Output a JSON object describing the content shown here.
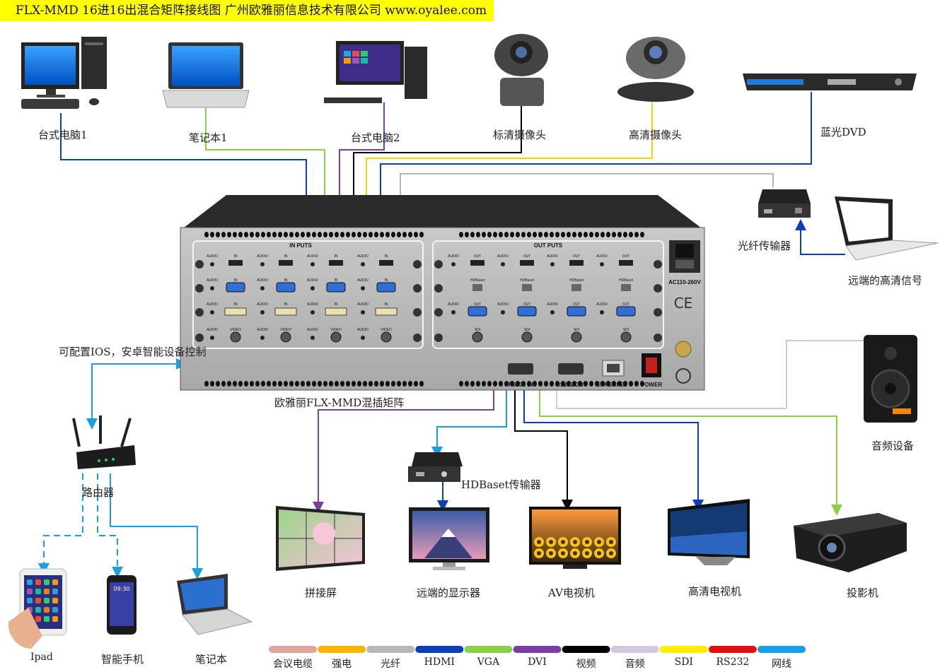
{
  "title": "FLX-MMD 16进16出混合矩阵接线图  广州欧雅丽信息技术有限公司 www.oyalee.com",
  "inputs": {
    "pc1": "台式电脑1",
    "laptop1": "笔记本1",
    "pc2": "台式电脑2",
    "sd_camera": "标清摄像头",
    "hd_camera": "高清摄像头",
    "bluray": "蓝光DVD",
    "fiber_tx": "光纤传输器",
    "remote_hd": "远端的高清信号"
  },
  "matrix": {
    "name": "欧雅丽FLX-MMD混插矩阵",
    "in_puts": "IN PUTS",
    "out_puts": "OUT PUTS",
    "power_rating": "AC110-260V",
    "ports": {
      "audio": "AUDIO",
      "in": "IN",
      "out": "OUT",
      "video": "VIDEO",
      "hdbaset": "HDBaset",
      "sdi": "SDI"
    },
    "rs232_in": "RS232 IN",
    "rs232_out": "RS232 OUT",
    "ethernet": "ETHERNET",
    "power": "POWER"
  },
  "control": {
    "note": "可配置IOS，安卓智能设备控制",
    "router": "路由器",
    "ipad": "Ipad",
    "phone": "智能手机",
    "laptop": "笔记本",
    "phone_time": "09:30"
  },
  "outputs": {
    "hdbaset_tx": "HDBaset传输器",
    "video_wall": "拼接屏",
    "remote_display": "远端的显示器",
    "av_tv": "AV电视机",
    "hd_tv": "高清电视机",
    "projector": "投影机",
    "speaker": "音频设备"
  },
  "legend": [
    {
      "label": "会议电缆",
      "color": "#e0a49c"
    },
    {
      "label": "强电",
      "color": "#f7b500"
    },
    {
      "label": "光纤",
      "color": "#b8b8b8"
    },
    {
      "label": "HDMI",
      "color": "#0a3fb5"
    },
    {
      "label": "VGA",
      "color": "#8ccf4a"
    },
    {
      "label": "DVI",
      "color": "#7a3fa6"
    },
    {
      "label": "视频",
      "color": "#000000"
    },
    {
      "label": "音频",
      "color": "#d2c6e0"
    },
    {
      "label": "SDI",
      "color": "#ffee00"
    },
    {
      "label": "RS232",
      "color": "#e01010"
    },
    {
      "label": "网线",
      "color": "#1aa0e0"
    }
  ]
}
